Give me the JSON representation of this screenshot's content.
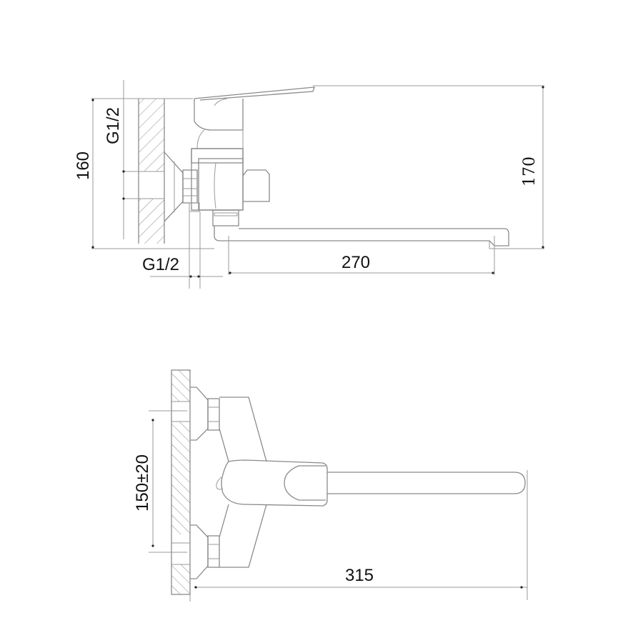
{
  "drawing": {
    "type": "technical-drawing",
    "subject": "wall-mounted single-lever bath/shower mixer with long spout",
    "views": [
      {
        "name": "side-view",
        "dimensions": {
          "total_height_left": "160",
          "inlet_thread_vertical": "G1/2",
          "outlet_thread_horizontal": "G1/2",
          "spout_reach": "270",
          "total_height_right": "170"
        }
      },
      {
        "name": "top-view",
        "dimensions": {
          "inlet_spacing": "150±20",
          "total_length": "315"
        }
      }
    ],
    "colors": {
      "line": "#8a8a8a",
      "text": "#111111",
      "background": "#ffffff"
    }
  }
}
